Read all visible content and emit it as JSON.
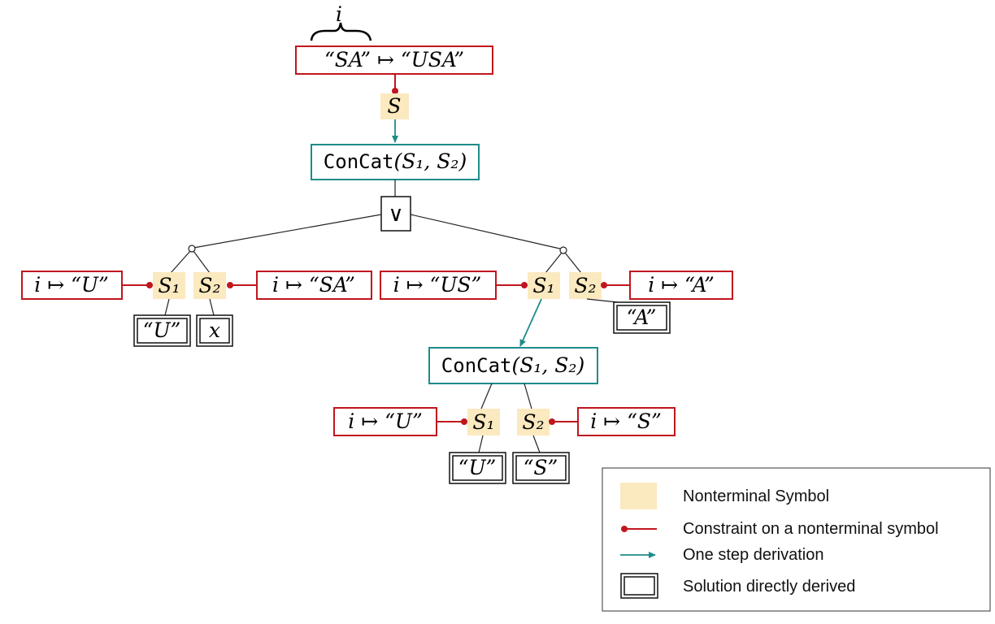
{
  "top": {
    "brace_label": "i",
    "root_constraint": "“SA” ↦ “USA”",
    "root_symbol": "S",
    "concat_func": "ConCat",
    "concat_args": "(S₁, S₂)",
    "or_symbol": "∨"
  },
  "left_branch": {
    "c1": "i ↦ “U”",
    "s1": "S₁",
    "s2": "S₂",
    "c2": "i ↦ “SA”",
    "sol1": "“U”",
    "sol2": "x"
  },
  "right_branch": {
    "c1": "i ↦ “US”",
    "s1": "S₁",
    "s2": "S₂",
    "c2": "i ↦ “A”",
    "sol2": "“A”"
  },
  "sub": {
    "concat_func": "ConCat",
    "concat_args": "(S₁, S₂)",
    "c1": "i ↦ “U”",
    "s1": "S₁",
    "s2": "S₂",
    "c2": "i ↦ “S”",
    "sol1": "“U”",
    "sol2": "“S”"
  },
  "legend": {
    "nonterminal": "Nonterminal Symbol",
    "constraint": "Constraint on a nonterminal symbol",
    "derivation": "One step derivation",
    "solution": "Solution directly derived"
  },
  "colors": {
    "constraint_red": "#c0161e",
    "derivation_teal": "#1e8c8a",
    "nonterminal_fill": "#fbe9bf"
  }
}
